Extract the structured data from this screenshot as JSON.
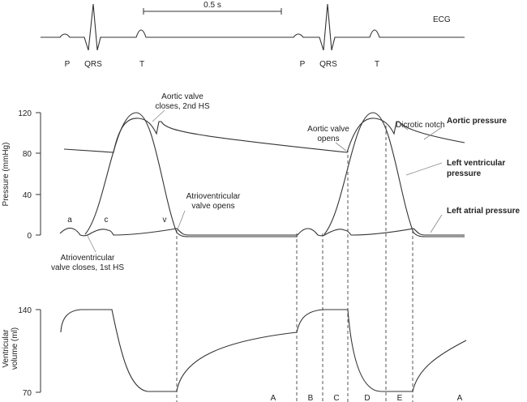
{
  "ecg": {
    "label": "ECG",
    "scale_bar": "0.5 s",
    "waves": [
      "P",
      "QRS",
      "T",
      "P",
      "QRS",
      "T"
    ]
  },
  "pressure_axis": {
    "label": "Pressure (mmHg)",
    "ticks": [
      "120",
      "80",
      "40",
      "0"
    ]
  },
  "volume_axis": {
    "label_line1": "Ventricular",
    "label_line2": "volume (ml)",
    "ticks": [
      "140",
      "70"
    ]
  },
  "annotations": {
    "aortic_closes_1": "Aortic valve",
    "aortic_closes_2": "closes, 2nd HS",
    "dicrotic_notch": "Dicrotic notch",
    "aortic_opens_1": "Aortic valve",
    "aortic_opens_2": "opens",
    "av_opens_1": "Atrioventricular",
    "av_opens_2": "valve opens",
    "av_closes_1": "Atrioventricular",
    "av_closes_2": "valve closes, 1st HS",
    "wave_a": "a",
    "wave_c": "c",
    "wave_v": "v"
  },
  "legend": {
    "aortic": "Aortic pressure",
    "lv_1": "Left ventricular",
    "lv_2": "pressure",
    "atrial": "Left atrial pressure"
  },
  "phases": [
    "A",
    "B",
    "C",
    "D",
    "E",
    "A"
  ]
}
